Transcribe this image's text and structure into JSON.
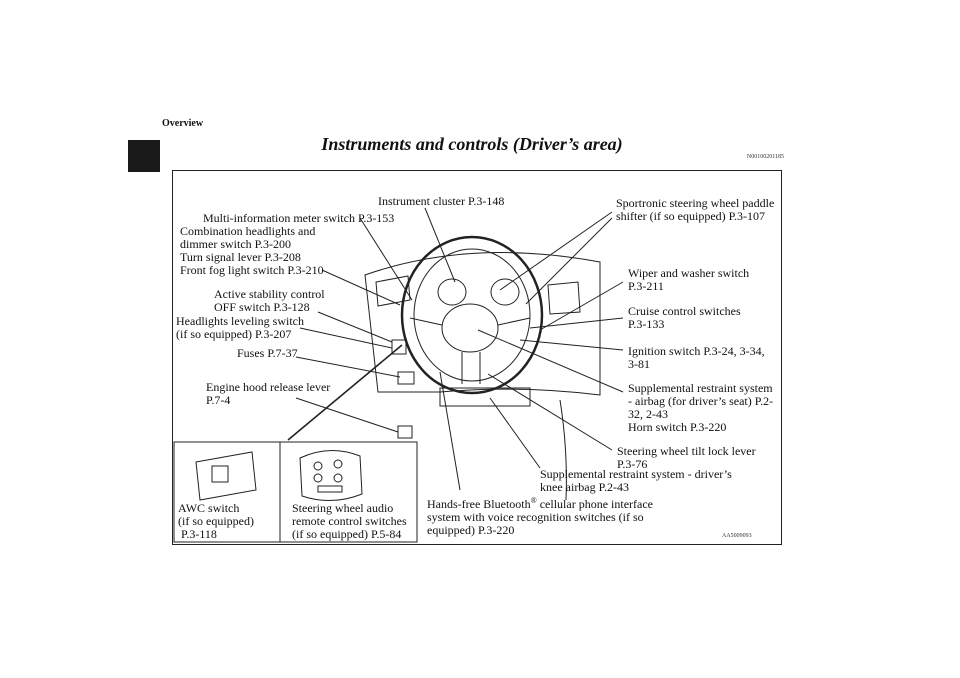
{
  "header": {
    "section": "Overview",
    "title": "Instruments and controls (Driver’s area)",
    "code": "N00100201185"
  },
  "figure": {
    "code": "AA5009093",
    "labels": {
      "instrument_cluster": "Instrument cluster P.3-148",
      "multi_info": "Multi-information meter switch P.3-153",
      "combination": "Combination headlights and\ndimmer switch P.3-200\nTurn signal lever P.3-208\nFront fog light switch P.3-210",
      "asc": "Active stability control\nOFF switch P.3-128",
      "headlights_leveling": "Headlights leveling switch\n(if so equipped) P.3-207",
      "fuses": "Fuses P.7-37",
      "hood_release": "Engine hood release lever\nP.7-4",
      "paddle": "Sportronic steering wheel paddle\nshifter (if so equipped) P.3-107",
      "wiper": "Wiper and washer switch\nP.3-211",
      "cruise": "Cruise control switches\nP.3-133",
      "ignition": "Ignition switch P.3-24, 3-34,\n3-81",
      "srs_driver_seat": "Supplemental restraint system\n- airbag (for driver’s seat) P.2-\n32, 2-43\nHorn switch P.3-220",
      "tilt_lock": "Steering wheel tilt lock lever\nP.3-76",
      "knee_airbag": "Supplemental restraint system - driver’s\nknee airbag P.2-43",
      "bluetooth_main": "Hands-free Bluetooth",
      "bluetooth_sup": "®",
      "bluetooth_rest": " cellular phone interface\nsystem with voice recognition switches (if so\nequipped) P.3-220",
      "awc": "AWC switch\n(if so equipped)\n P.3-118",
      "audio_remote": "Steering wheel audio\nremote control switches\n(if so equipped) P.5-84"
    }
  }
}
